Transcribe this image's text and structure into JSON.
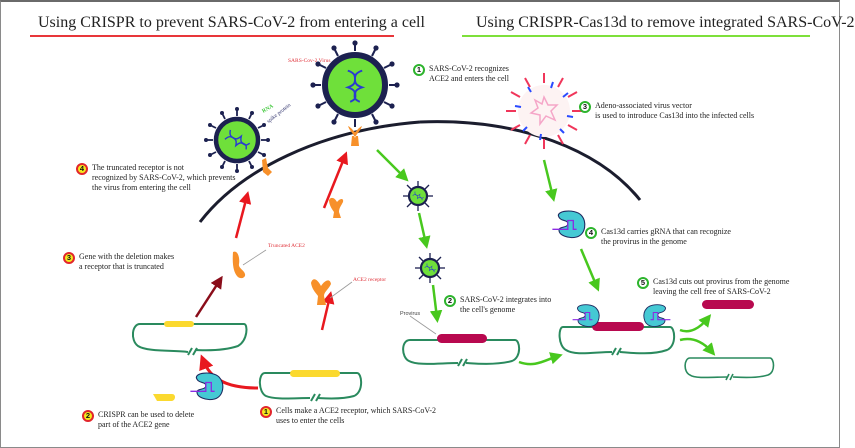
{
  "left_panel": {
    "title": "Using CRISPR to prevent SARS-CoV-2 from entering a cell",
    "underline_color": "#e8363a",
    "labels": {
      "virus": "SARS-Cov-2 Virus",
      "rna": "RNA",
      "spike": "spike protein",
      "truncated": "Truncated ACE2",
      "receptor": "ACE2 receptor"
    },
    "steps": [
      {
        "num": "1",
        "text": "Cells make a ACE2 receptor, which SARS-CoV-2\nuses to enter the cells"
      },
      {
        "num": "2",
        "text": "CRISPR can be used to delete\npart of the ACE2 gene"
      },
      {
        "num": "3",
        "text": "Gene with the deletion makes\na receptor that is truncated"
      },
      {
        "num": "4",
        "text": "The truncated receptor is not\nrecognized by SARS-CoV-2, which prevents\nthe virus from entering the cell"
      }
    ]
  },
  "right_panel": {
    "title": "Using CRISPR-Cas13d to remove integrated SARS-CoV-2",
    "underline_color": "#7ee03a",
    "labels": {
      "provirus": "Provirus"
    },
    "steps": [
      {
        "num": "1",
        "text": "SARS-CoV-2 recognizes\nACE2 and enters the cell"
      },
      {
        "num": "2",
        "text": "SARS-CoV-2 integrates into\nthe cell's genome"
      },
      {
        "num": "3",
        "text": "Adeno-associated virus vector\nis used to introduce Cas13d into the infected cells"
      },
      {
        "num": "4",
        "text": "Cas13d carries gRNA that can recognize\nthe provirus in the genome"
      },
      {
        "num": "5",
        "text": "Cas13d cuts out provirus from the genome\nleaving the cell free of SARS-CoV-2"
      }
    ]
  },
  "colors": {
    "virus_body": "#6fe03a",
    "virus_coat": "#1c2150",
    "receptor": "#f7902a",
    "gene": "#fbd92f",
    "provirus": "#b8094f",
    "dna_loop": "#2a8a5e",
    "cas": "#45c9d4",
    "arrow_red": "#e8181f",
    "arrow_dark_red": "#8a0d1a",
    "arrow_green": "#48c81e"
  }
}
